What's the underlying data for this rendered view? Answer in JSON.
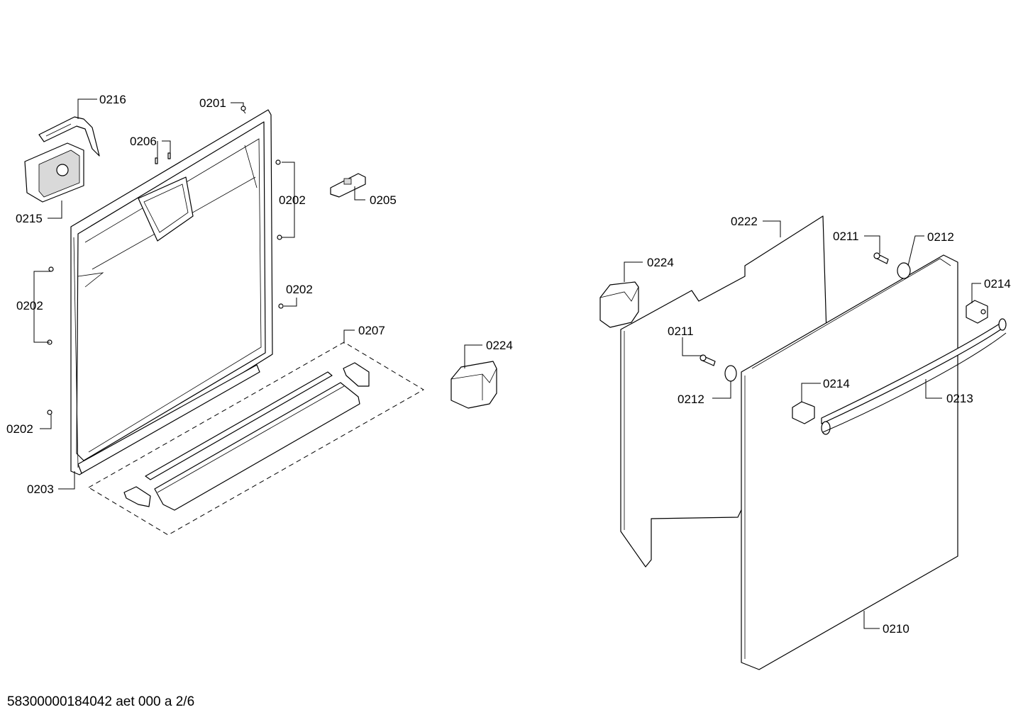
{
  "footer": "58300000184042 aet 000 a 2/6",
  "labels": {
    "l0216": "0216",
    "l0201": "0201",
    "l0206": "0206",
    "l0202a": "0202",
    "l0205": "0205",
    "l0215": "0215",
    "l0202b": "0202",
    "l0202c": "0202",
    "l0207": "0207",
    "l0224a": "0224",
    "l0202d": "0202",
    "l0203": "0203",
    "l0222": "0222",
    "l0211a": "0211",
    "l0212a": "0212",
    "l0224b": "0224",
    "l0214a": "0214",
    "l0211b": "0211",
    "l0212b": "0212",
    "l0214b": "0214",
    "l0213": "0213",
    "l0210": "0210"
  }
}
